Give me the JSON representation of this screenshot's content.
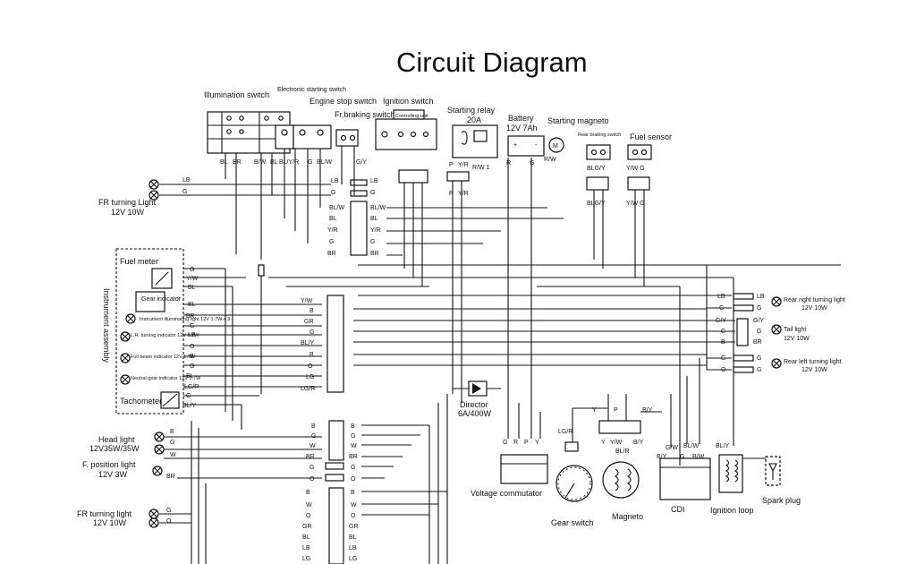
{
  "title": "Circuit Diagram",
  "components": {
    "illumination_switch": "Illumination switch",
    "electronic_starting_switch": "Electronic starting switch",
    "engine_stop_switch": "Engine stop switch",
    "front_braking_switch": "Fr.braking switch",
    "ignition_switch": "Ignition switch",
    "controlling_unit": "Controlling unit",
    "starting_relay": "Starting relay",
    "starting_relay_rating": "20A",
    "battery": "Battery",
    "battery_rating": "12V 7Ah",
    "starting_magneto": "Starting magneto",
    "rear_braking_switch": "Rear braking switch",
    "fuel_sensor": "Fuel sensor",
    "fr_turning_light_top": "FR turning Light",
    "fr_turning_light_top_rating": "12V 10W",
    "instrument_assembly": "Instrument assembly",
    "fuel_meter": "Fuel meter",
    "gear_indicator": "Gear indicator",
    "instrument_illuminating_light": "Instrument illuminating light 12V 1.7W x 3",
    "lr_turning_indicator": "L.R. turning indicator 12V 1.7W",
    "full_beam_indicator": "Full beam indicator 12V 1.7W",
    "neutral_gear_indicator": "Neutral gear indicator 12V 1.7W",
    "tachometer": "Tachometer",
    "head_light": "Head light",
    "head_light_rating": "12V35W/35W",
    "f_position_light": "F. position light",
    "f_position_light_rating": "12V 3W",
    "fr_turning_light_bottom": "FR turning light",
    "fr_turning_light_bottom_rating": "12V 10W",
    "director": "Director",
    "director_rating": "6A/400W",
    "voltage_commutator": "Voltage commutator",
    "gear_switch": "Gear switch",
    "magneto": "Magneto",
    "cdi": "CDI",
    "ignition_loop": "Ignition loop",
    "spark_plug": "Spark plug",
    "rear_right_turning_light": "Rear right turning light",
    "rear_right_turning_light_rating": "12V 10W",
    "tail_light": "Tail light",
    "tail_light_rating": "12V 10W",
    "rear_left_turning_light": "Rear left turning light",
    "rear_left_turning_light_rating": "12V 10W"
  },
  "wire_codes": {
    "bl": "BL",
    "br": "BR",
    "b_w": "B/W",
    "bl_lb": "BL",
    "bl_y_r": "BL/Y/R",
    "g_y": "G/Y",
    "bl_w": "BL/W",
    "lb": "LB",
    "g": "G",
    "y_r": "Y/R",
    "b": "B",
    "y_w": "Y/W",
    "p": "P",
    "r": "R",
    "r_w": "R/W",
    "r_w_1": "R/W 1",
    "w": "W",
    "o": "O",
    "lg_r": "LG/R",
    "bl_y": "BL/Y",
    "gr": "GR",
    "lg": "LG",
    "y": "Y",
    "g_w": "G/W",
    "b_y": "B/Y",
    "bl_r": "BL/R",
    "g_w_g": "Y/W G",
    "blg_y": "BLG/Y"
  }
}
